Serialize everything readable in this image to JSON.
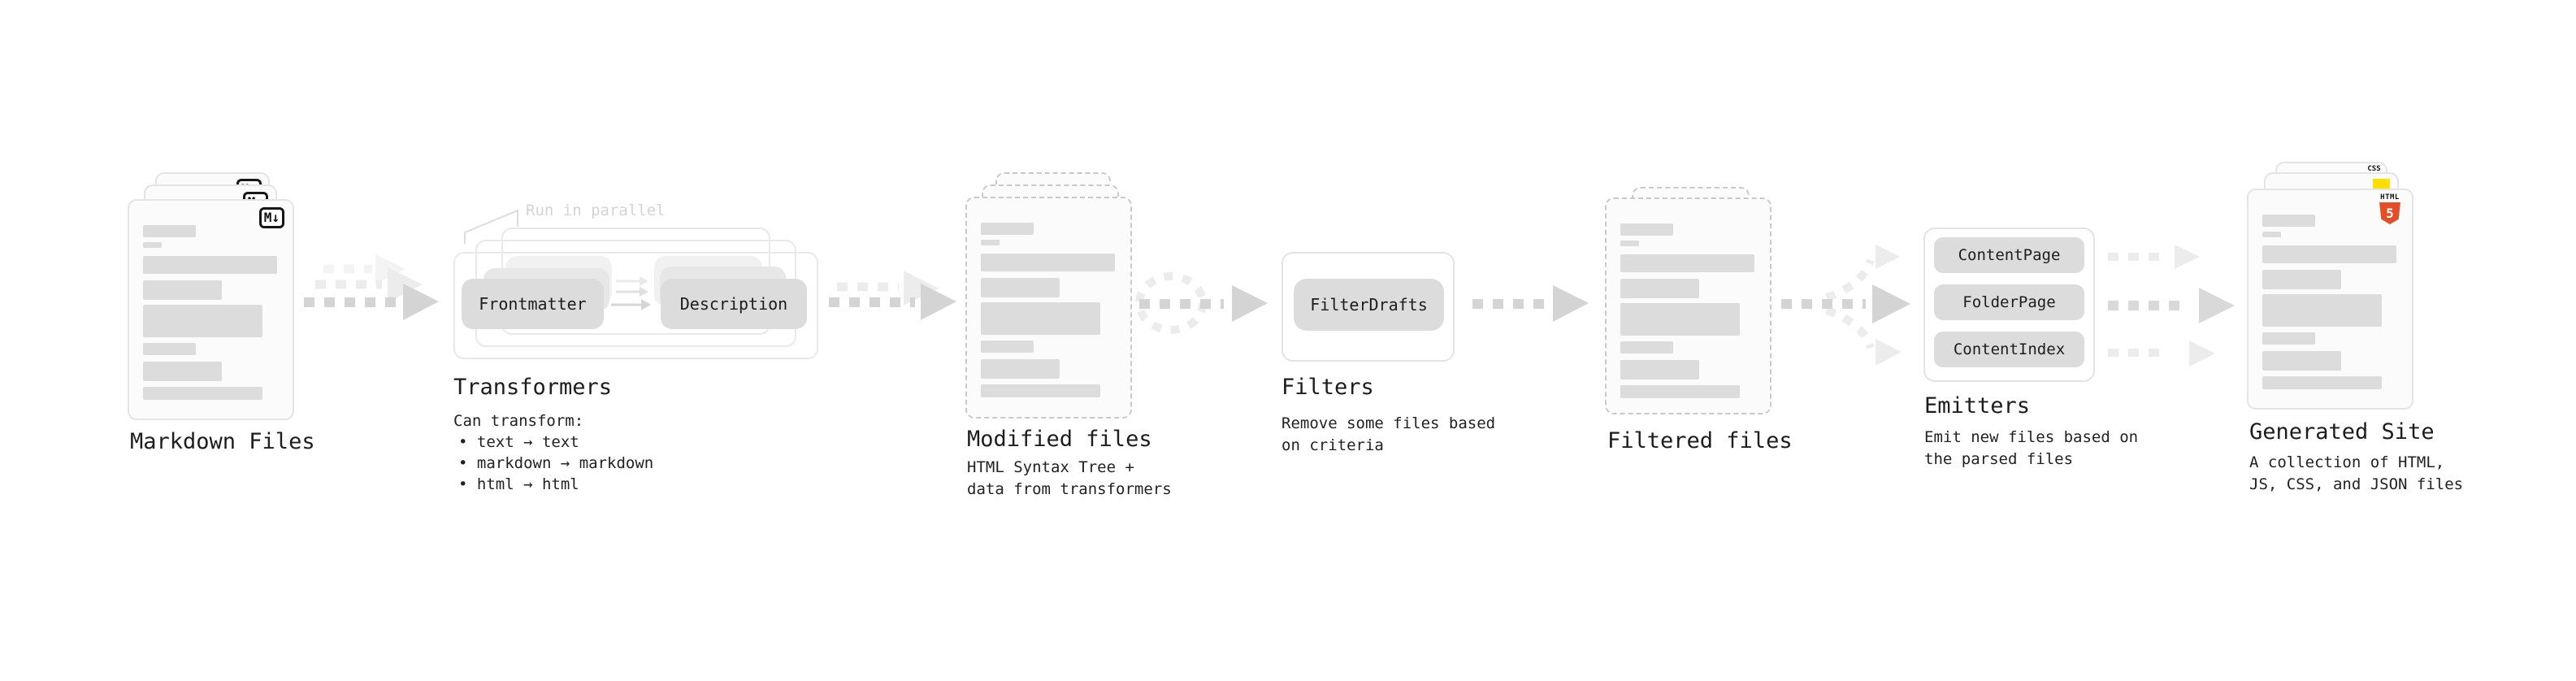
{
  "diagram": {
    "markdown_files": {
      "title": "Markdown Files",
      "badge": "M↓"
    },
    "transformers": {
      "title": "Transformers",
      "annotation": "Run in parallel",
      "input_pill": "Frontmatter",
      "output_pill": "Description",
      "caption": "Can transform:",
      "bullets": [
        "• text → text",
        "• markdown → markdown",
        "• html → html"
      ]
    },
    "modified_files": {
      "title": "Modified files",
      "caption_line1": "HTML Syntax Tree +",
      "caption_line2": "data from transformers"
    },
    "filters": {
      "title": "Filters",
      "pill": "FilterDrafts",
      "caption_line1": "Remove some files based",
      "caption_line2": "on criteria"
    },
    "filtered_files": {
      "title": "Filtered files"
    },
    "emitters": {
      "title": "Emitters",
      "pills": [
        "ContentPage",
        "FolderPage",
        "ContentIndex"
      ],
      "caption_line1": "Emit new files based on",
      "caption_line2": "the parsed files"
    },
    "generated_site": {
      "title": "Generated Site",
      "caption_line1": "A collection of HTML,",
      "caption_line2": "JS, CSS, and JSON files",
      "html5_badge_label": "HTML",
      "html5_badge_number": "5",
      "css_badge_label": "CSS"
    }
  },
  "colors": {
    "arrow_dark": "#d4d4d4",
    "arrow_light": "#ececec",
    "pill_gray": "#dcdcdc",
    "bar_gray": "#dcdcdc",
    "annotation_gray": "#d4d4d4",
    "html5_orange": "#e44d26",
    "js_yellow": "#ffdf00",
    "css_blue": "#2f6bff"
  }
}
